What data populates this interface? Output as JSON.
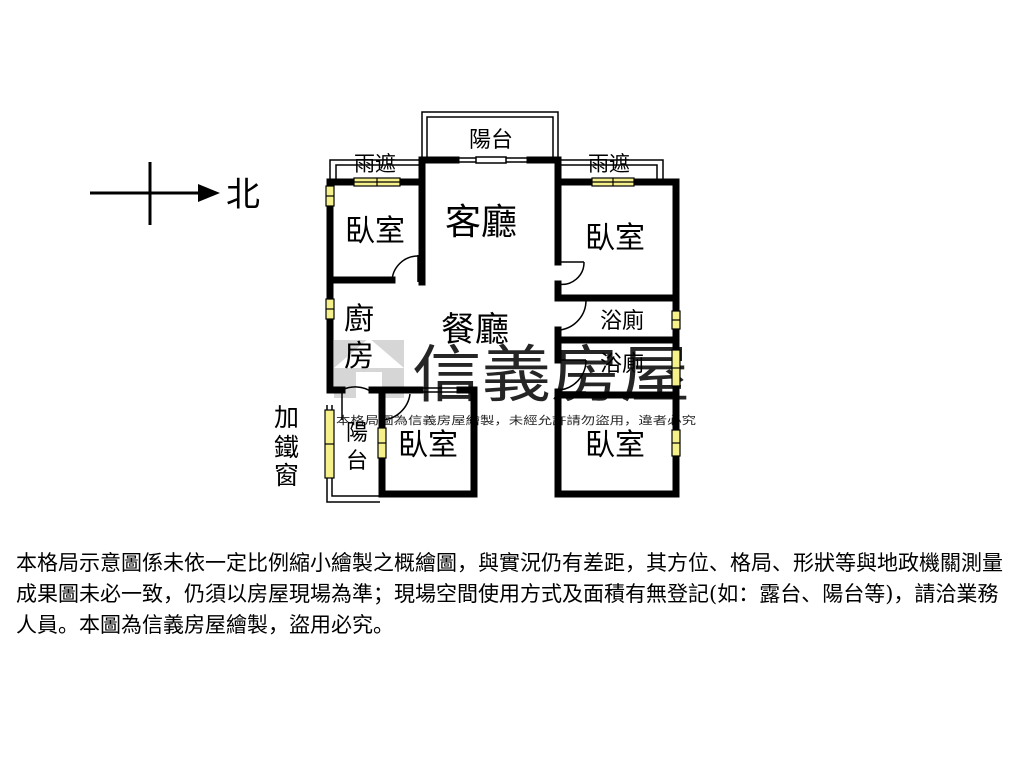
{
  "compass": {
    "north_label": "北"
  },
  "rooms": {
    "balcony_top": "陽台",
    "canopy_left": "雨遮",
    "canopy_right": "雨遮",
    "bedroom_nw": "臥室",
    "living_room": "客廳",
    "bedroom_ne": "臥室",
    "kitchen_1": "廚",
    "kitchen_2": "房",
    "dining_room": "餐廳",
    "bath_1": "浴廁",
    "bath_2": "浴廁",
    "balcony_side_1": "陽",
    "balcony_side_2": "台",
    "bedroom_sw": "臥室",
    "bedroom_se": "臥室",
    "iron_window_1": "加",
    "iron_window_2": "鐵",
    "iron_window_3": "窗"
  },
  "watermark": {
    "brand": "信義房屋",
    "notice": "本格局圖為信義房屋繪製，未經允許請勿盜用，違者必究"
  },
  "disclaimer": "本格局示意圖係未依一定比例縮小繪製之概繪圖，與實況仍有差距，其方位、格局、形狀等與地政機關測量成果圖未必一致，仍須以房屋現場為準；現場空間使用方式及面積有無登記(如：露台、陽台等)，請洽業務人員。本圖為信義房屋繪製，盜用必究。",
  "colors": {
    "window": "#f5f08a",
    "wall": "#000000",
    "watermark": "#bfbfbf"
  }
}
